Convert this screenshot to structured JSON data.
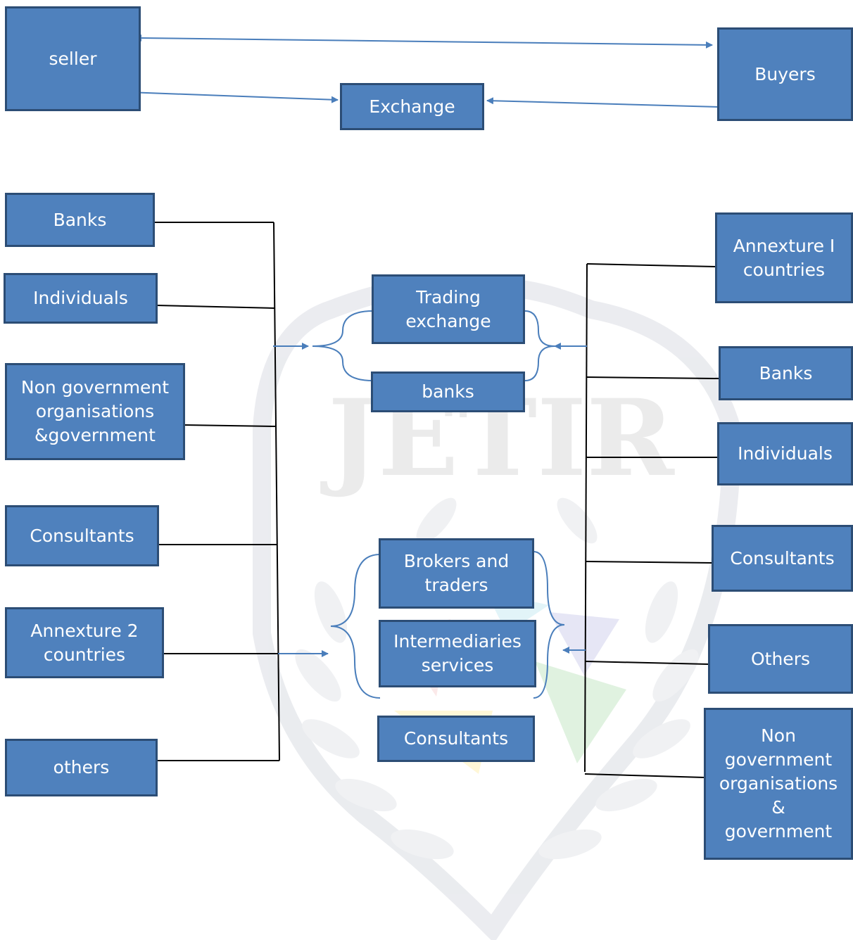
{
  "colors": {
    "box_fill": "#4f81bd",
    "box_border": "#2c4d75",
    "arrow": "#4a7ebb",
    "connector": "#000000"
  },
  "watermark": {
    "text": "JETIR"
  },
  "top": {
    "seller": "seller",
    "buyers": "Buyers",
    "exchange": "Exchange"
  },
  "left": {
    "banks": "Banks",
    "individuals": "Individuals",
    "ngo": "Non government organisations &government",
    "consultants": "Consultants",
    "annex2": "Annexture 2 countries",
    "others": "others"
  },
  "center": {
    "trading": "Trading exchange",
    "banks": "banks",
    "brokers": "Brokers and traders",
    "intermediaries": "Intermediaries services",
    "consultants": "Consultants"
  },
  "right": {
    "annex1": "Annexture I countries",
    "banks": "Banks",
    "individuals": "Individuals",
    "consultants": "Consultants",
    "others": "Others",
    "ngo": [
      "Non",
      "government",
      "organisations",
      "&",
      "government"
    ]
  }
}
